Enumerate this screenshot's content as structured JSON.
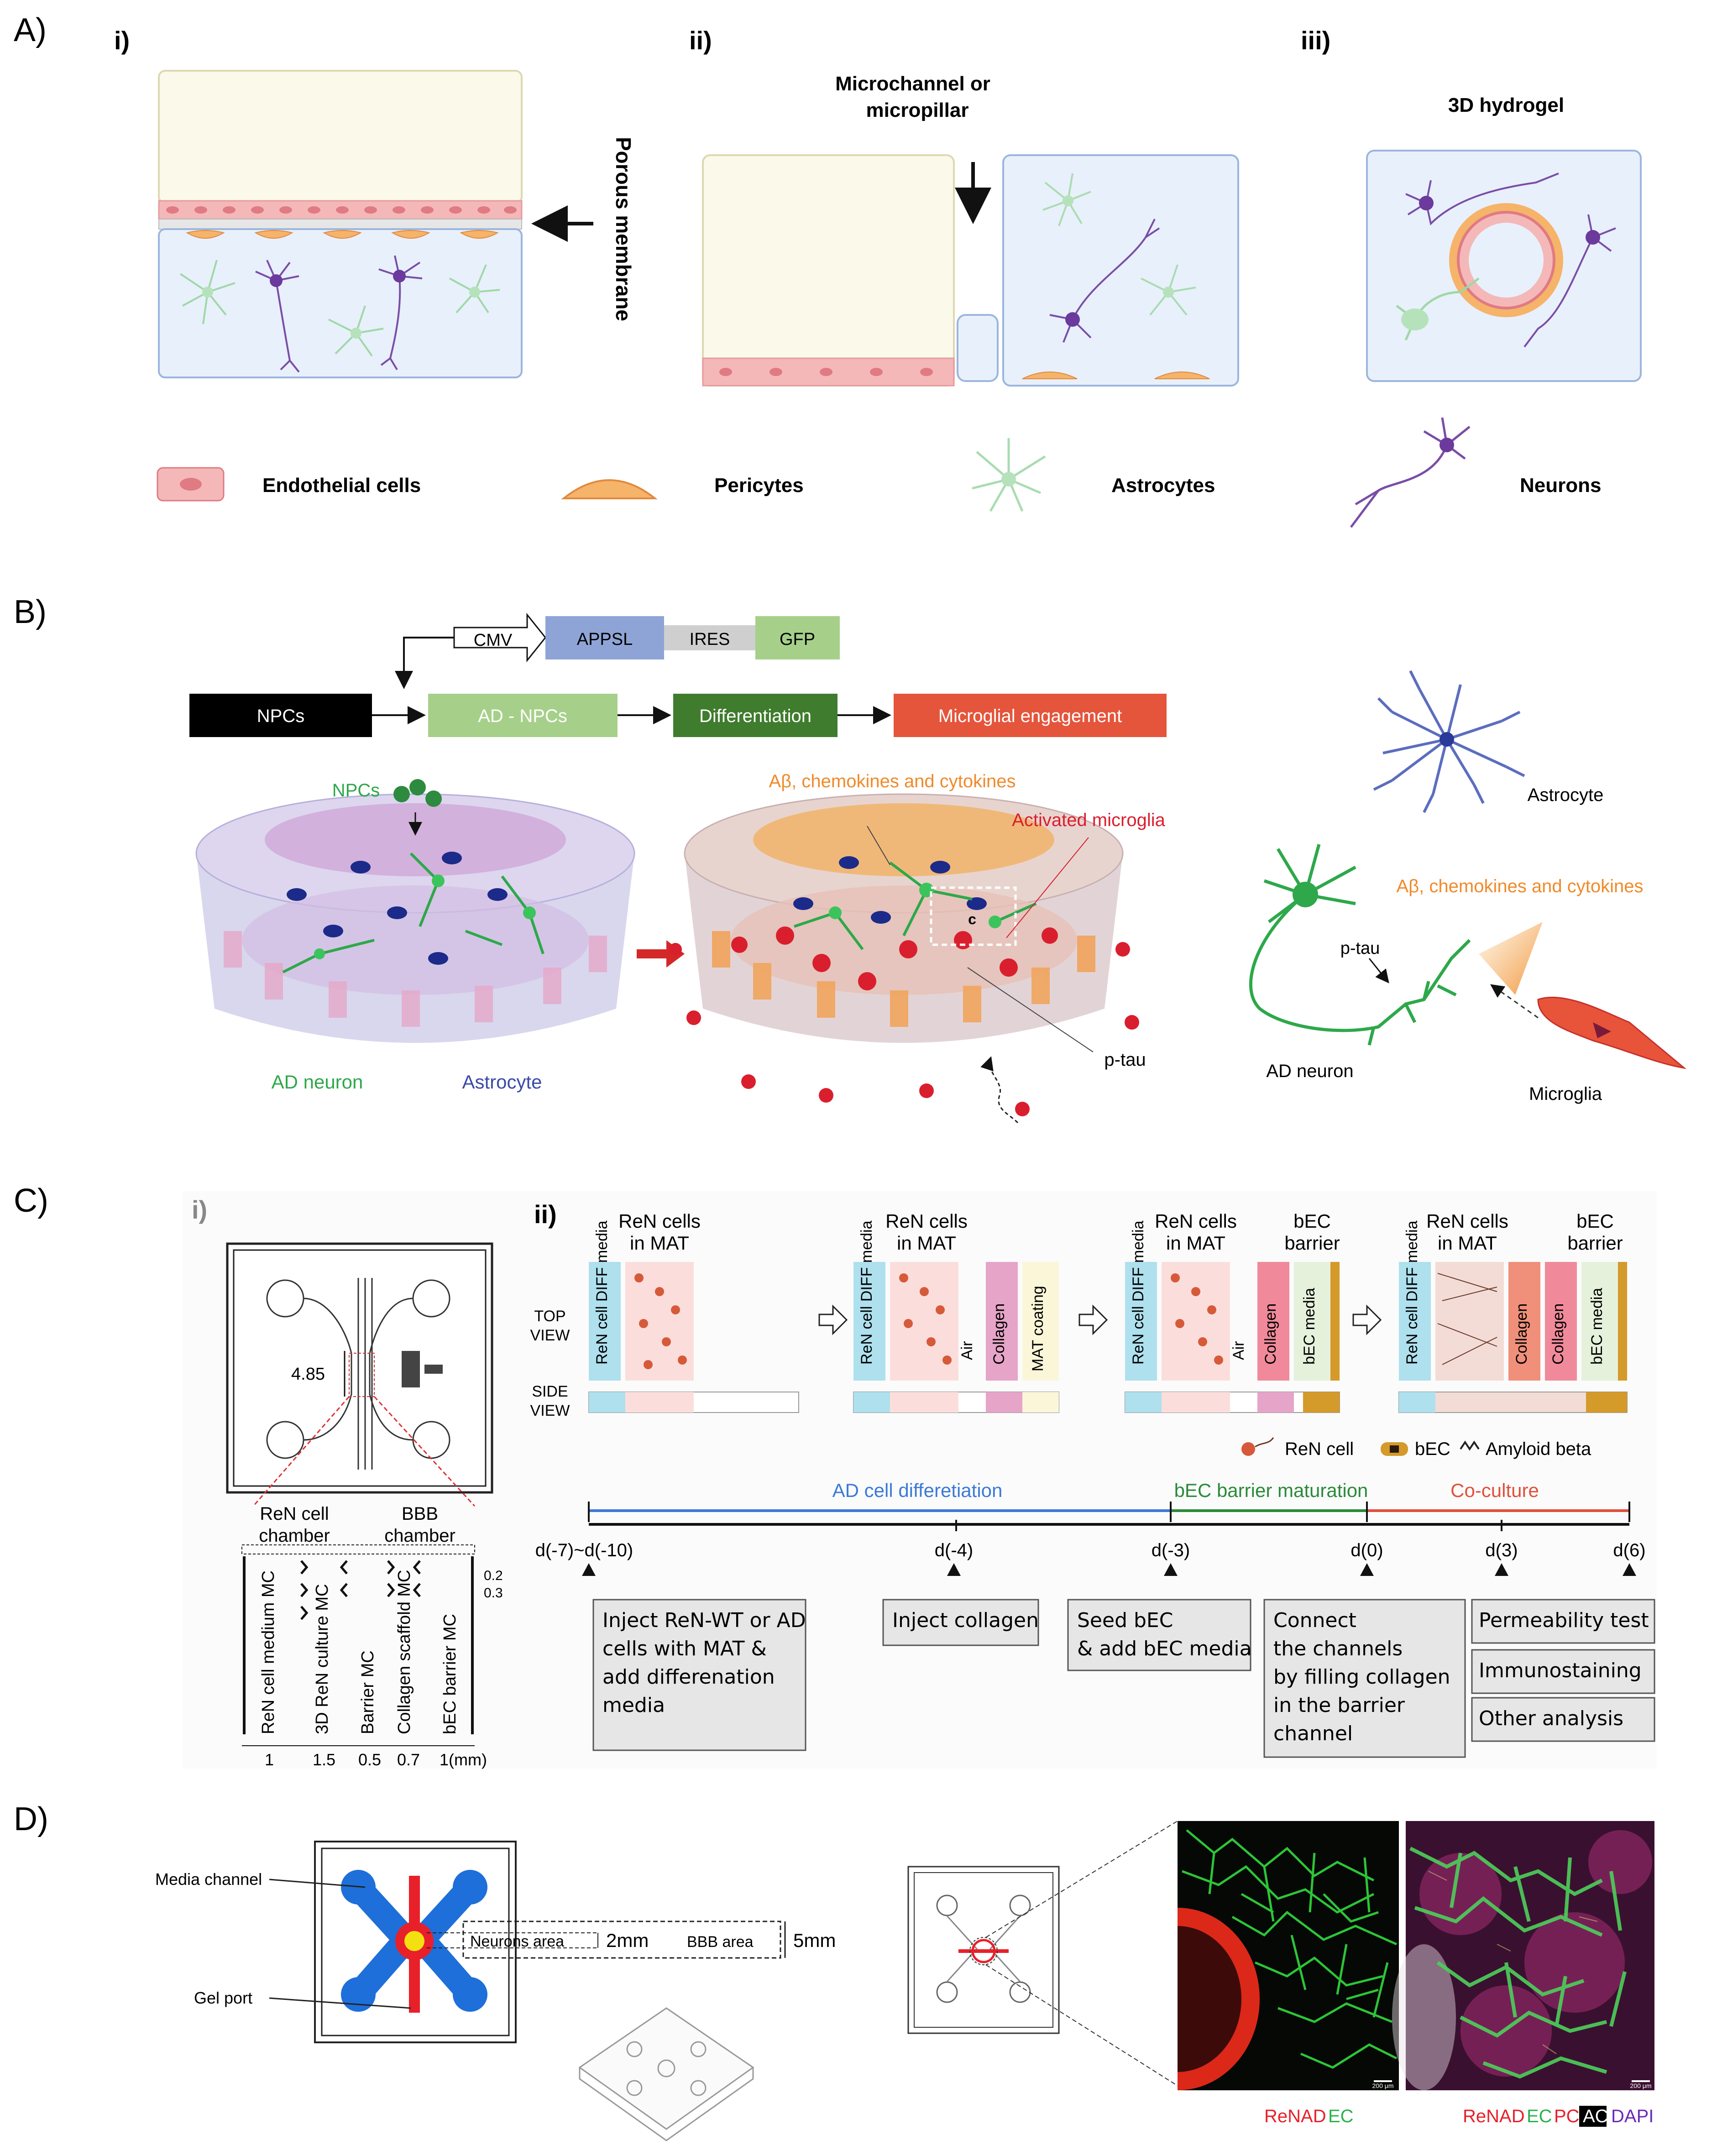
{
  "panelA": {
    "label": "A)",
    "sub_i": "i)",
    "sub_ii": "ii)",
    "sub_iii": "iii)",
    "porous_membrane": "Porous membrane",
    "microchannel_line1": "Microchannel or",
    "microchannel_line2": "micropillar",
    "hydrogel": "3D hydrogel",
    "legend": {
      "endothelial": "Endothelial cells",
      "pericytes": "Pericytes",
      "astrocytes": "Astrocytes",
      "neurons": "Neurons"
    }
  },
  "panelB": {
    "label": "B)",
    "construct": {
      "cmv": "CMV",
      "appsl": "APPSL",
      "ires": "IRES",
      "gfp": "GFP"
    },
    "flow": {
      "npcs": "NPCs",
      "ad_npcs": "AD - NPCs",
      "differentiation": "Differentiation",
      "microglial": "Microglial engagement"
    },
    "npcs_label": "NPCs",
    "abeta_label": "Aβ, chemokines and cytokines",
    "activated_microglia": "Activated microglia",
    "c_label": "c",
    "ptau_label": "p-tau",
    "ad_neuron": "AD neuron",
    "astrocyte": "Astrocyte",
    "right": {
      "astrocyte": "Astrocyte",
      "abeta": "Aβ, chemokines and cytokines",
      "ptau": "p-tau",
      "ad_neuron": "AD neuron",
      "microglia": "Microglia"
    }
  },
  "panelC": {
    "label": "C)",
    "sub_i": "i)",
    "sub_ii": "ii)",
    "chip": {
      "dimension": "4.85",
      "ren_chamber": [
        "ReN cell",
        "chamber"
      ],
      "bbb_chamber": [
        "BBB",
        "chamber"
      ],
      "channels": [
        "ReN cell medium MC",
        "3D ReN culture MC",
        "Barrier MC",
        "Collagen scaffold MC",
        "bEC barrier MC"
      ],
      "dim_right": [
        "0.2",
        "0.3"
      ],
      "widths": [
        "1",
        "1.5",
        "0.5",
        "0.7",
        "1(mm)"
      ]
    },
    "stages": [
      {
        "top": [
          "ReN cells",
          "in MAT"
        ],
        "top2": [],
        "cols": [
          "ReN cell DIFF media"
        ]
      },
      {
        "top": [
          "ReN cells",
          "in MAT"
        ],
        "top2": [],
        "cols": [
          "ReN cell DIFF media",
          "Air",
          "Collagen",
          "MAT coating"
        ]
      },
      {
        "top": [
          "ReN cells",
          "in MAT"
        ],
        "top2": [
          "bEC",
          "barrier"
        ],
        "cols": [
          "ReN cell DIFF media",
          "Air",
          "Collagen",
          "bEC media"
        ]
      },
      {
        "top": [
          "ReN cells",
          "in MAT"
        ],
        "top2": [
          "bEC",
          "barrier"
        ],
        "cols": [
          "ReN cell DIFF media",
          "Collagen",
          "Collagen",
          "bEC media"
        ]
      }
    ],
    "top_view": [
      "TOP",
      "VIEW"
    ],
    "side_view": [
      "SIDE",
      "VIEW"
    ],
    "legend": {
      "ren": "ReN cell",
      "bec": "bEC",
      "amyloid": "Amyloid beta"
    },
    "phases": {
      "ad": "AD cell differetiation",
      "bec": "bEC barrier maturation",
      "co": "Co-culture"
    },
    "days": [
      "d(-7)~d(-10)",
      "d(-4)",
      "d(-3)",
      "d(0)",
      "d(3)",
      "d(6)"
    ],
    "boxes": {
      "inject": [
        "Inject ReN-WT or AD",
        "cells with MAT &",
        "add differenation",
        "media"
      ],
      "collagen": [
        "Inject collagen"
      ],
      "seed": [
        "Seed bEC",
        "& add bEC media"
      ],
      "connect": [
        "Connect",
        "the channels",
        "by filling collagen",
        "in the barrier",
        "channel"
      ],
      "perm": [
        "Permeability test"
      ],
      "immuno": [
        "Immunostaining"
      ],
      "other": [
        "Other analysis"
      ]
    }
  },
  "panelD": {
    "label": "D)",
    "media_channel": "Media channel",
    "gel_port": "Gel port",
    "neurons_area": "Neurons area",
    "mm2": "2mm",
    "bbb_area": "BBB area",
    "mm5": "5mm",
    "scale1": "200 μm",
    "scale2": "200 μm",
    "caption1": {
      "a": "ReNAD",
      "b": "EC"
    },
    "caption2": {
      "a": "ReNAD",
      "b": "EC",
      "c": "PC",
      "d": "AC",
      "e": "DAPI"
    },
    "colors": {
      "red": "#e8202a",
      "green": "#2bb24c",
      "purple": "#6a2ab8",
      "blue": "#1e6fd9"
    }
  }
}
